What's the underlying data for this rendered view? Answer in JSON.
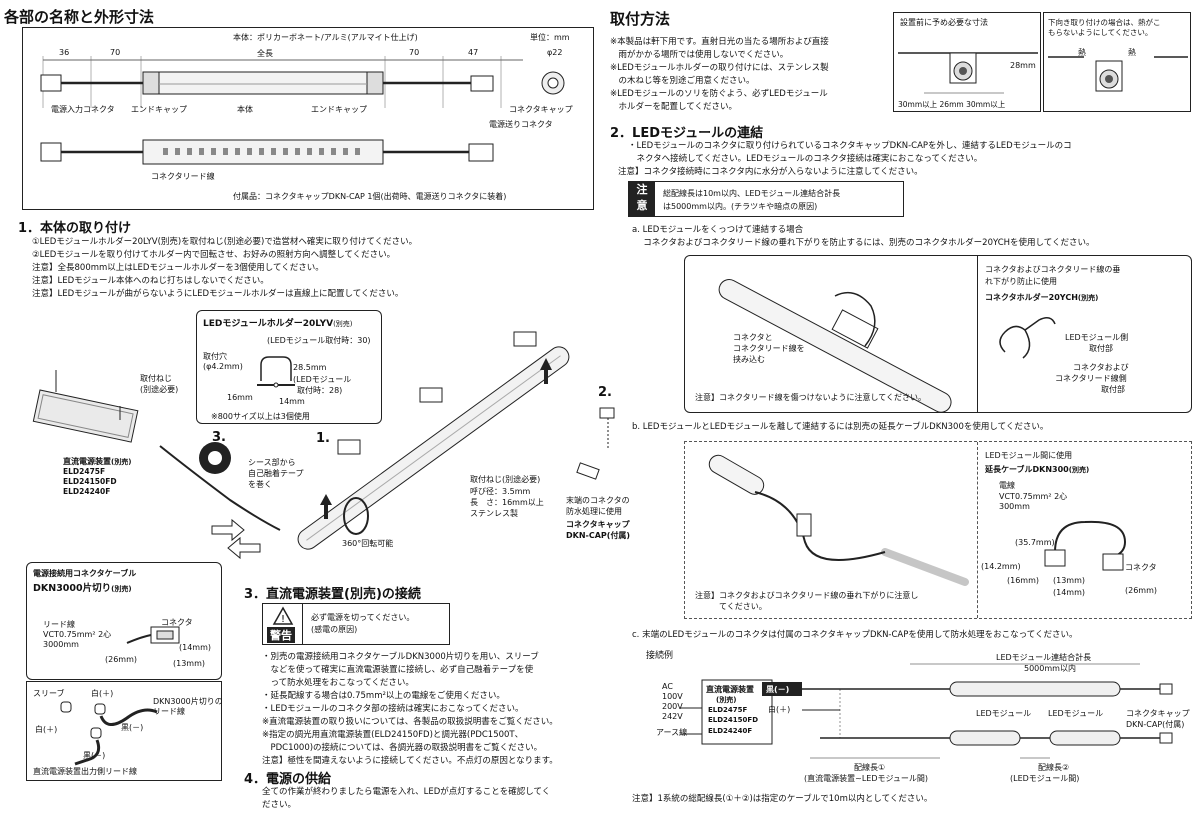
{
  "left": {
    "title": "各部の名称と外形寸法",
    "spec": {
      "material": "本体：ポリカーボネート/アルミ(アルマイト仕上げ)",
      "unit": "単位：mm",
      "dims": [
        "36",
        "70",
        "全長",
        "70",
        "47"
      ],
      "phi": "φ22",
      "labels": [
        "電源入力コネクタ",
        "エンドキャップ",
        "本体",
        "エンドキャップ",
        "コネクタキャップ",
        "電源送りコネクタ",
        "コネクタリード線"
      ],
      "accessory": "付属品：コネクタキャップDKN-CAP 1個(出荷時、電源送りコネクタに装着)"
    },
    "s1": {
      "title": "1．本体の取り付け",
      "lines": [
        "①LEDモジュールホルダー20LYV(別売)を取付ねじ(別途必要)で造営材へ確実に取り付けてください。",
        "②LEDモジュールを取り付けてホルダー内で回転させ、お好みの照射方向へ調整してください。",
        "注意】全長800mm以上はLEDモジュールホルダーを3個使用してください。",
        "注意】LEDモジュール本体へのねじ打ちはしないでください。",
        "注意】LEDモジュールが曲がらないようにLEDモジュールホルダーは直線上に配置してください。"
      ]
    },
    "holder": {
      "title": "LEDモジュールホルダー20LYV",
      "title_suffix": "(別売)",
      "mount_pitch": "(LEDモジュール取付時：30)",
      "hole": "取付穴",
      "hole_size": "(φ4.2mm)",
      "h1": "28.5mm",
      "h1_note": "(LEDモジュール",
      "h1_note2": "取付時：28)",
      "w1": "16mm",
      "w2": "14mm",
      "note": "※800サイズ以上は3個使用"
    },
    "diagram": {
      "screws": "取付ねじ",
      "screws_note": "(別途必要)",
      "psu_name": "直流電源装置",
      "psu_suffix": "(別売)",
      "psu_models": [
        "ELD2475F",
        "ELD24150FD",
        "ELD24240F"
      ],
      "step3": "3.",
      "tape_lines": [
        "シース部から",
        "自己融着テープ",
        "を巻く"
      ],
      "step1": "1.",
      "step2": "2.",
      "rotate": "360°回転可能",
      "screw_spec": [
        "取付ねじ(別途必要)",
        "呼び径：3.5mm",
        "長　さ：16mm以上",
        "ステンレス製"
      ],
      "end_note": [
        "末端のコネクタの",
        "防水処理に使用"
      ],
      "cap_name": "コネクタキャップ",
      "cap_model": "DKN-CAP(付属)"
    },
    "cable": {
      "title": "電源接続用コネクタケーブル",
      "model": "DKN3000片切り",
      "model_suffix": "(別売)",
      "lead": "リード線",
      "vct": "VCT0.75mm² 2心",
      "len": "3000mm",
      "connector": "コネクタ",
      "d1": "(14mm)",
      "d2": "(26mm)",
      "d3": "(13mm)",
      "sleeve": "スリーブ",
      "white1": "白(＋)",
      "white2": "白(＋)",
      "black": "黒(－)",
      "black2": "黒(－)",
      "lead2": [
        "DKN3000片切りの",
        "リード線"
      ],
      "bottom": "直流電源装置出力側リード線"
    },
    "s3": {
      "title": "3．直流電源装置(別売)の接続",
      "warn_label": "警告",
      "warn_lines": [
        "必ず電源を切ってください。",
        "(感電の原因)"
      ],
      "lines": [
        "・別売の電源接続用コネクタケーブルDKN3000片切りを用い、スリーブ",
        "　などを使って確実に直流電源装置に接続し、必ず自己融着テープを使",
        "　って防水処理をおこなってください。",
        "・延長配線する場合は0.75mm²以上の電線をご使用ください。",
        "・LEDモジュールのコネクタ部の接続は確実におこなってください。",
        "※直流電源装置の取り扱いについては、各製品の取扱説明書をご覧ください。",
        "※指定の調光用直流電源装置(ELD24150FD)と調光器(PDC1500T、",
        "　PDC1000)の接続については、各調光器の取扱説明書をご覧ください。",
        "注意】極性を間違えないように接続してください。不点灯の原因となります。"
      ]
    },
    "s4": {
      "title": "4．電源の供給",
      "lines": [
        "全ての作業が終わりましたら電源を入れ、LEDが点灯することを確認してく",
        "ださい。"
      ]
    }
  },
  "right": {
    "title": "取付方法",
    "intro": [
      "※本製品は軒下用です。直射日光の当たる場所および直接",
      "　雨がかかる場所では使用しないでください。",
      "※LEDモジュールホルダーの取り付けには、ステンレス製",
      "　の木ねじ等を別途ご用意ください。",
      "※LEDモジュールのソリを防ぐよう、必ずLEDモジュール",
      "　ホルダーを配置してください。"
    ],
    "space": {
      "title": "設置前に予め必要な寸法",
      "h": "28mm",
      "w": "30mm以上 26mm 30mm以上"
    },
    "heat": {
      "title": [
        "下向き取り付けの場合は、熱がこ",
        "もらないようにしてください。"
      ],
      "heat1": "熱",
      "heat2": "熱"
    },
    "s2": {
      "title": "2．LEDモジュールの連結",
      "lines": [
        "・LEDモジュールのコネクタに取り付けられているコネクタキャップDKN-CAPを外し、連結するLEDモジュールのコ",
        "　ネクタへ接続してください。LEDモジュールのコネクタ接続は確実におこなってください。",
        "注意】コネクタ接続時にコネクタ内に水分が入らないように注意してください。"
      ],
      "caution_label": [
        "注",
        "意"
      ],
      "caution_lines": [
        "総配線長は10m以内、LEDモジュール連結合計長",
        "は5000mm以内。(チラツキや暗点の原因)"
      ]
    },
    "a": {
      "lines": [
        "a. LEDモジュールをくっつけて連結する場合",
        "　 コネクタおよびコネクタリード線の垂れ下がりを防止するには、別売のコネクタホルダー20YCHを使用してください。"
      ],
      "wrap": [
        "コネクタと",
        "コネクタリード線を",
        "挟み込む"
      ],
      "note": "注意】コネクタリード線を傷つけないように注意してください。",
      "side_title": [
        "コネクタおよびコネクタリード線の垂",
        "れ下がり防止に使用"
      ],
      "holder": "コネクタホルダー20YCH",
      "holder_suffix": "(別売)",
      "lbl1": [
        "LEDモジュール側",
        "取付部"
      ],
      "lbl2": [
        "コネクタおよび",
        "コネクタリード線側",
        "取付部"
      ]
    },
    "b": {
      "line": "b. LEDモジュールとLEDモジュールを離して連結するには別売の延長ケーブルDKN300を使用してください。",
      "side_title": "LEDモジュール間に使用",
      "cable": "延長ケーブルDKN300",
      "cable_suffix": "(別売)",
      "wire": "電線",
      "vct": "VCT0.75mm² 2心",
      "len": "300mm",
      "d1": "(35.7mm)",
      "d2": "(14.2mm)",
      "d3": "(16mm)",
      "d4": "(13mm)",
      "d5": "(14mm)",
      "d6": "(26mm)",
      "conn": "コネクタ",
      "note": [
        "注意】コネクタおよびコネクタリード線の垂れ下がりに注意し",
        "　　　てください。"
      ]
    },
    "c": {
      "line": "c. 末端のLEDモジュールのコネクタは付属のコネクタキャップDKN-CAPを使用して防水処理をおこなってください。",
      "example": "接続例",
      "total": "LEDモジュール連結合計長",
      "total_len": "5000mm以内",
      "ac": [
        "AC",
        "100V",
        "200V",
        "242V"
      ],
      "earth": "アース線",
      "psu": "直流電源装置",
      "psu_suffix": "(別売)",
      "psu_models": [
        "ELD2475F",
        "ELD24150FD",
        "ELD24240F"
      ],
      "black": "黒(－)",
      "white": "白(＋)",
      "mod1": "LEDモジュール",
      "mod2": "LEDモジュール",
      "cap": [
        "コネクタキャップ",
        "DKN-CAP(付属)"
      ],
      "len1": [
        "配線長①",
        "(直流電源装置~LEDモジュール間)"
      ],
      "len2": [
        "配線長②",
        "(LEDモジュール間)"
      ],
      "note": "注意】1系統の総配線長(①＋②)は指定のケーブルで10m以内としてください。"
    }
  }
}
